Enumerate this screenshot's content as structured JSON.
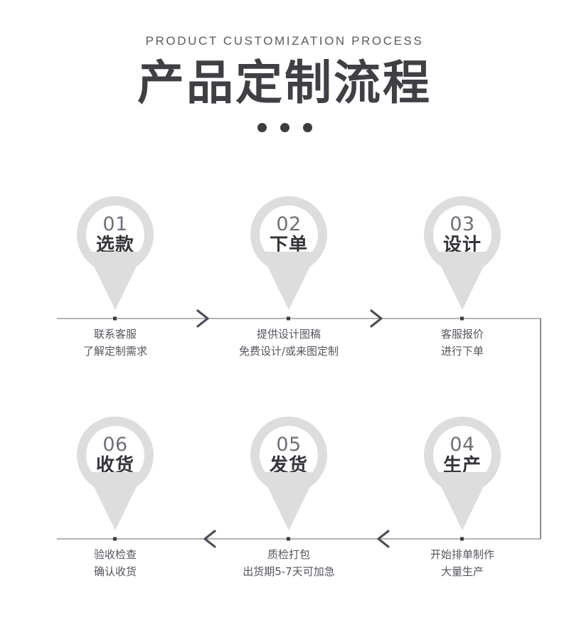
{
  "header": {
    "eyebrow": "PRODUCT CUSTOMIZATION PROCESS",
    "title": "产品定制流程",
    "decoration": "three-dots"
  },
  "colors": {
    "pin_fill": "#dddddd",
    "pin_inner": "#ffffff",
    "number_text": "#6f6f78",
    "label_text": "#34343a",
    "caption_text": "#55555d",
    "title_text": "#3f3f44",
    "rail": "#9a9aa0",
    "arrow": "#4e4e58",
    "dot_marker": "#3b3b40"
  },
  "flow": {
    "row_top": {
      "direction": "left-to-right",
      "steps": [
        {
          "number": "01",
          "label": "选款",
          "caption_line1": "联系客服",
          "caption_line2": "了解定制需求"
        },
        {
          "number": "02",
          "label": "下单",
          "caption_line1": "提供设计图稿",
          "caption_line2": "免费设计/或来图定制"
        },
        {
          "number": "03",
          "label": "设计",
          "caption_line1": "客服报价",
          "caption_line2": "进行下单"
        }
      ],
      "arrows": [
        ">",
        ">"
      ]
    },
    "row_bottom": {
      "direction": "right-to-left",
      "steps": [
        {
          "number": "06",
          "label": "收货",
          "caption_line1": "验收检查",
          "caption_line2": "确认收货"
        },
        {
          "number": "05",
          "label": "发货",
          "caption_line1": "质检打包",
          "caption_line2": "出货期5-7天可加急"
        },
        {
          "number": "04",
          "label": "生产",
          "caption_line1": "开始排单制作",
          "caption_line2": "大量生产"
        }
      ],
      "arrows": [
        "<",
        "<"
      ]
    }
  }
}
